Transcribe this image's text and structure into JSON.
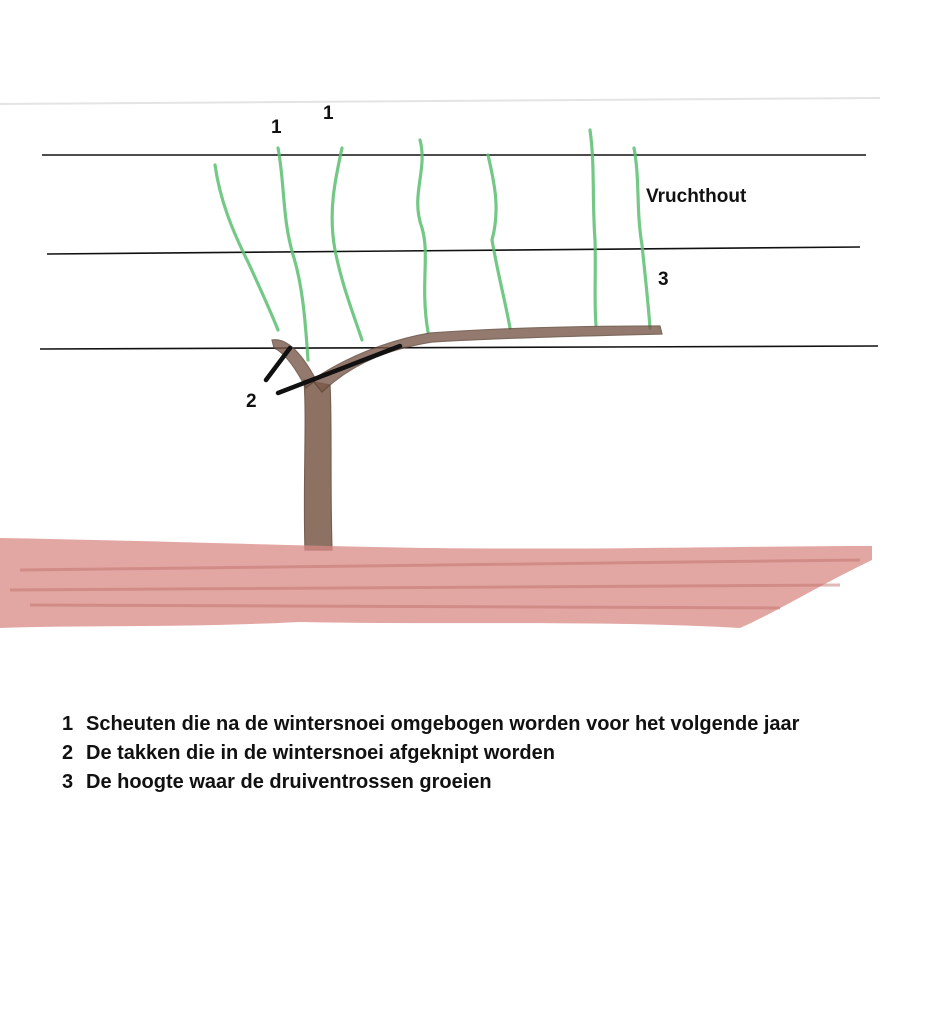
{
  "labels": {
    "shoot_1a": "1",
    "shoot_1b": "1",
    "fruit_wood": "Vruchthout",
    "label_3": "3",
    "label_2": "2"
  },
  "legend": [
    {
      "num": "1",
      "text": "Scheuten die na de wintersnoei omgebogen worden voor het volgende jaar"
    },
    {
      "num": "2",
      "text": "De takken die in de wintersnoei afgeknipt worden"
    },
    {
      "num": "3",
      "text": "De hoogte waar de druiventrossen groeien"
    }
  ],
  "colors": {
    "wire": "#111111",
    "shoot": "#5cbf72",
    "trunk": "#7a5a4a",
    "soil": "#d98a84",
    "ink": "#111111"
  }
}
